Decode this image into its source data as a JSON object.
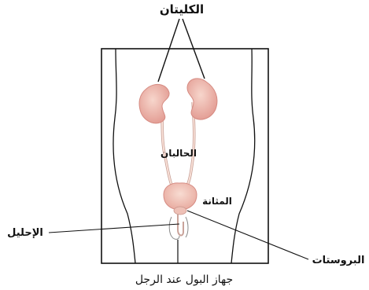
{
  "labels": {
    "kidneys": "الكليتان",
    "ureters": "الحالبان",
    "bladder": "المثانة",
    "urethra": "الإحليل",
    "prostate": "البروستات"
  },
  "caption": "جهاز البول عند الرجل",
  "colors": {
    "organ_fill": "#e8a49c",
    "organ_highlight": "#f6d2c8",
    "tube_fill": "#fbe3da",
    "outline": "#111111"
  }
}
